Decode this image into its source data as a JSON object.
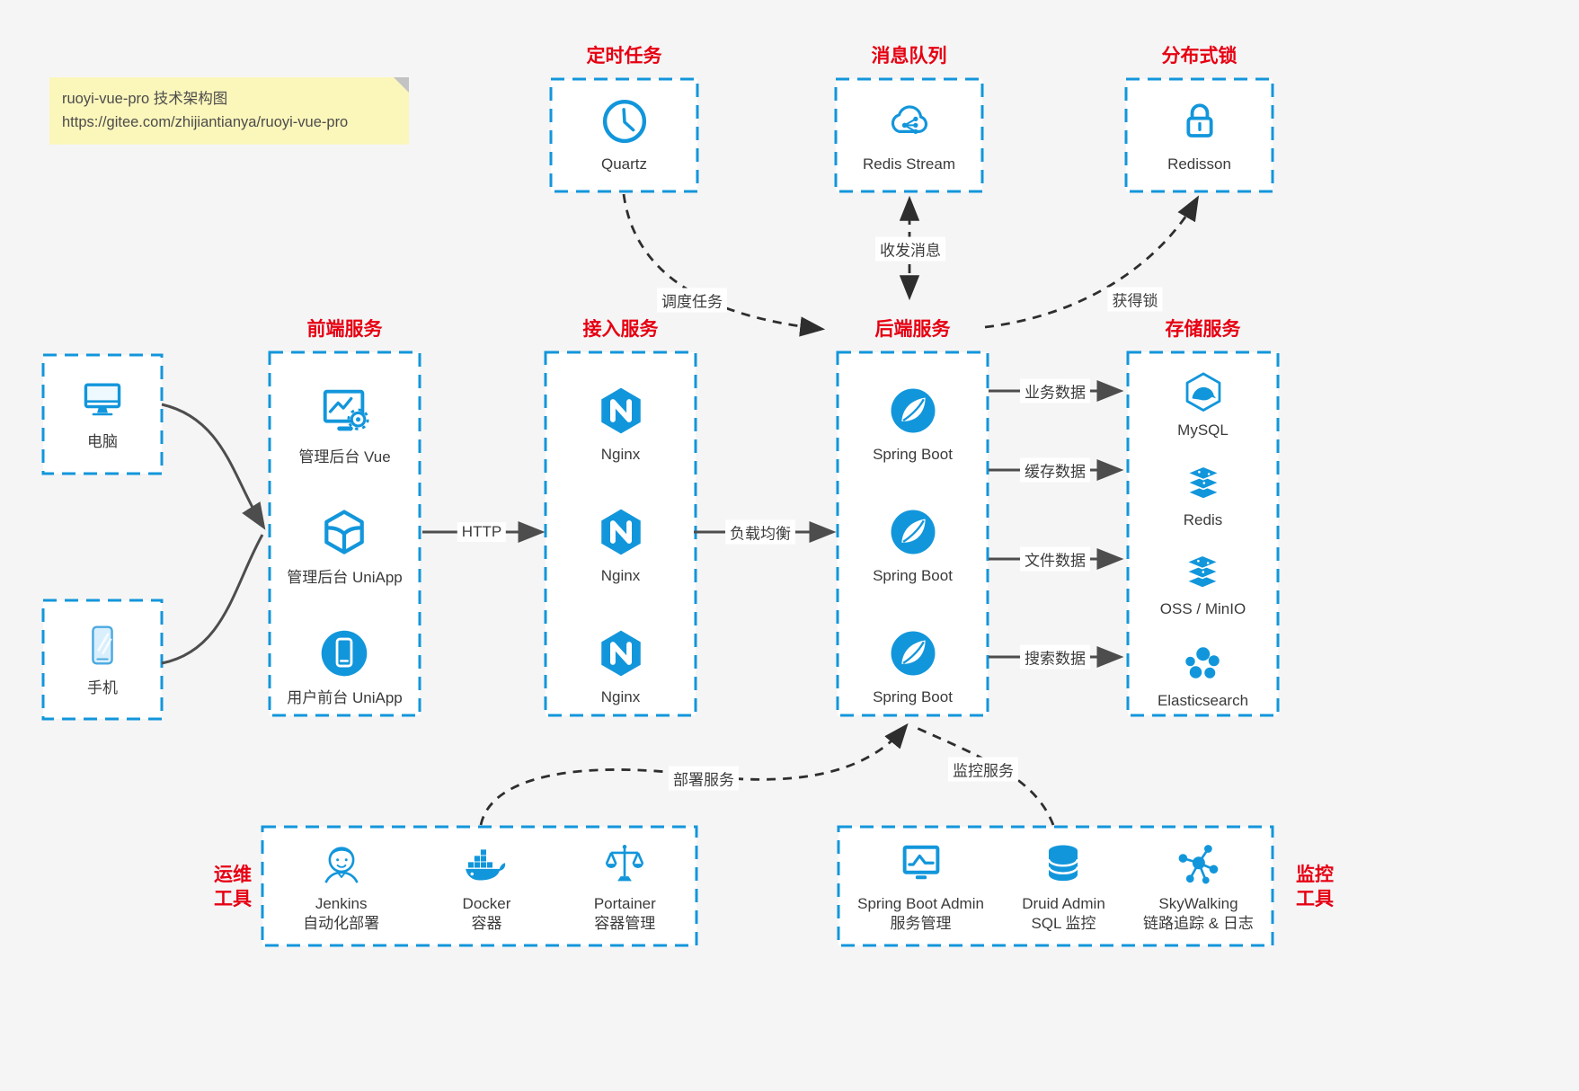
{
  "note": {
    "title": "ruoyi-vue-pro 技术架构图",
    "url": "https://gitee.com/zhijiantianya/ruoyi-vue-pro"
  },
  "colors": {
    "accent_blue": "#1296db",
    "title_red": "#e60012",
    "note_bg": "#fbf6ba",
    "arrow_gray": "#4d4d4d",
    "dashed_arrow_black": "#2e2e2e",
    "background": "#f5f5f6"
  },
  "top_groups": [
    {
      "title": "定时任务",
      "label": "Quartz",
      "icon": "clock-icon"
    },
    {
      "title": "消息队列",
      "label": "Redis Stream",
      "icon": "cloud-stream-icon"
    },
    {
      "title": "分布式锁",
      "label": "Redisson",
      "icon": "lock-icon"
    }
  ],
  "clients": [
    {
      "label": "电脑",
      "icon": "desktop-icon"
    },
    {
      "label": "手机",
      "icon": "smartphone-icon"
    }
  ],
  "columns": [
    {
      "title": "前端服务",
      "items": [
        {
          "label": "管理后台 Vue",
          "icon": "admin-vue-icon"
        },
        {
          "label": "管理后台 UniApp",
          "icon": "uniapp-cube-icon"
        },
        {
          "label": "用户前台 UniApp",
          "icon": "user-app-icon"
        }
      ]
    },
    {
      "title": "接入服务",
      "items": [
        {
          "label": "Nginx",
          "icon": "nginx-icon"
        },
        {
          "label": "Nginx",
          "icon": "nginx-icon"
        },
        {
          "label": "Nginx",
          "icon": "nginx-icon"
        }
      ]
    },
    {
      "title": "后端服务",
      "items": [
        {
          "label": "Spring Boot",
          "icon": "spring-boot-icon"
        },
        {
          "label": "Spring Boot",
          "icon": "spring-boot-icon"
        },
        {
          "label": "Spring Boot",
          "icon": "spring-boot-icon"
        }
      ]
    },
    {
      "title": "存储服务",
      "items": [
        {
          "label": "MySQL",
          "icon": "mysql-icon"
        },
        {
          "label": "Redis",
          "icon": "redis-stack-icon"
        },
        {
          "label": "OSS / MinIO",
          "icon": "storage-stack-icon"
        },
        {
          "label": "Elasticsearch",
          "icon": "elasticsearch-icon"
        }
      ]
    }
  ],
  "bottom_groups": [
    {
      "title_line1": "运维",
      "title_line2": "工具",
      "items": [
        {
          "label": "Jenkins",
          "sublabel": "自动化部署",
          "icon": "jenkins-icon"
        },
        {
          "label": "Docker",
          "sublabel": "容器",
          "icon": "docker-icon"
        },
        {
          "label": "Portainer",
          "sublabel": "容器管理",
          "icon": "portainer-icon"
        }
      ]
    },
    {
      "title_line1": "监控",
      "title_line2": "工具",
      "items": [
        {
          "label": "Spring Boot Admin",
          "sublabel": "服务管理",
          "icon": "spring-boot-admin-icon"
        },
        {
          "label": "Druid Admin",
          "sublabel": "SQL 监控",
          "icon": "druid-icon"
        },
        {
          "label": "SkyWalking",
          "sublabel": "链路追踪 & 日志",
          "icon": "skywalking-icon"
        }
      ]
    }
  ],
  "edge_labels": {
    "http": "HTTP",
    "load_balance": "负载均衡",
    "schedule_task": "调度任务",
    "send_receive_message": "收发消息",
    "acquire_lock": "获得锁",
    "business_data": "业务数据",
    "cache_data": "缓存数据",
    "file_data": "文件数据",
    "search_data": "搜索数据",
    "deploy_service": "部署服务",
    "monitor_service": "监控服务"
  }
}
